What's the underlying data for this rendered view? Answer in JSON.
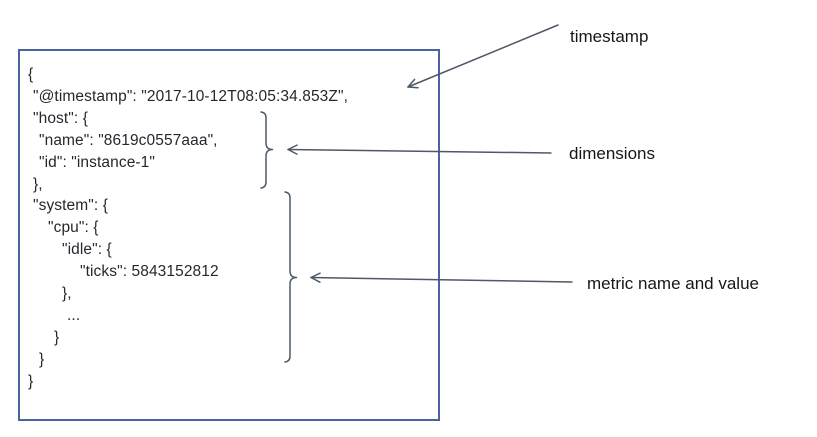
{
  "document": {
    "description": "annotated JSON metric event",
    "lines": [
      "{",
      "\"@timestamp\": \"2017-10-12T08:05:34.853Z\",",
      "\"host\": {",
      "\"name\": \"8619c0557aaa\",",
      "\"id\": \"instance-1\"",
      "},",
      "\"system\": {",
      "\"cpu\": {",
      "\"idle\": {",
      "\"ticks\": 5843152812",
      "},",
      "...",
      "}",
      "}",
      "}"
    ]
  },
  "annotations": {
    "timestamp": {
      "label": "timestamp"
    },
    "dimensions": {
      "label": "dimensions"
    },
    "metric": {
      "label": "metric name and value"
    }
  },
  "colors": {
    "box_border": "#4a63a0",
    "connector": "#4e5866",
    "code_text": "#24282e",
    "label_text": "#14171a",
    "background": "#ffffff"
  }
}
